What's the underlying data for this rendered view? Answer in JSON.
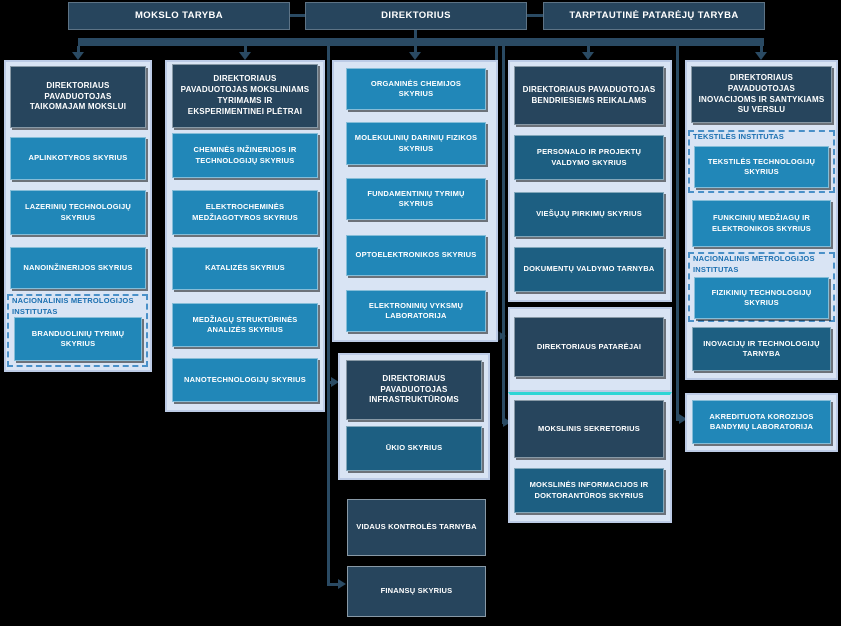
{
  "diagram_title": "Organizational structure chart (Lithuanian research centre)",
  "top_row": {
    "mokslo_taryba": "MOKSLO TARYBA",
    "direktorius": "DIREKTORIUS",
    "tarptautine": "TARPTAUTINĖ PATARĖJŲ TARYBA"
  },
  "col_applied": {
    "header": "DIREKTORIAUS PAVADUOTOJAS TAIKOMAJAM MOKSLUI",
    "items": [
      "APLINKOTYROS SKYRIUS",
      "LAZERINIŲ TECHNOLOGIJŲ SKYRIUS",
      "NANOINŽINERIJOS SKYRIUS"
    ],
    "group_label": "NACIONALINIS METROLOGIJOS INSTITUTAS",
    "group_item": "BRANDUOLINIŲ TYRIMŲ SKYRIUS"
  },
  "col_research": {
    "header": "DIREKTORIAUS PAVADUOTOJAS MOKSLINIAMS TYRIMAMS IR EKSPERIMENTINEI PLĖTRAI",
    "items": [
      "CHEMINĖS INŽINERIJOS IR TECHNOLOGIJŲ SKYRIUS",
      "ELEKTROCHEMINĖS MEDŽIAGOTYROS SKYRIUS",
      "KATALIZĖS SKYRIUS",
      "MEDŽIAGŲ STRUKTŪRINĖS ANALIZĖS SKYRIUS",
      "NANOTECHNOLOGIJŲ SKYRIUS"
    ]
  },
  "col_center": {
    "items": [
      "ORGANINĖS CHEMIJOS SKYRIUS",
      "MOLEKULINIŲ DARINIŲ FIZIKOS SKYRIUS",
      "FUNDAMENTINIŲ TYRIMŲ SKYRIUS",
      "OPTOELEKTRONIKOS SKYRIUS",
      "ELEKTRONINIŲ VYKSMŲ LABORATORIJA"
    ],
    "infra_header": "DIREKTORIAUS PAVADUOTOJAS INFRASTRUKTŪROMS",
    "infra_item": "ŪKIO SKYRIUS",
    "standalone": [
      "VIDAUS KONTROLĖS TARNYBA",
      "FINANSŲ SKYRIUS"
    ]
  },
  "col_general": {
    "header": "DIREKTORIAUS PAVADUOTOJAS BENDRIESIEMS REIKALAMS",
    "items": [
      "PERSONALO IR PROJEKTŲ VALDYMO SKYRIUS",
      "VIEŠŲJŲ PIRKIMŲ SKYRIUS",
      "DOKUMENTŲ VALDYMO TARNYBA"
    ],
    "advisors": "DIREKTORIAUS PATARĖJAI",
    "secretary": "MOKSLINIS SEKRETORIUS",
    "secretary_item": "MOKSLINĖS INFORMACIJOS IR DOKTORANTŪROS SKYRIUS"
  },
  "col_innovation": {
    "header": "DIREKTORIAUS PAVADUOTOJAS INOVACIJOMS IR SANTYKIAMS SU VERSLU",
    "textile_label": "TEKSTILĖS INSTITUTAS",
    "textile_item": "TEKSTILĖS TECHNOLOGIJŲ SKYRIUS",
    "functional_item": "FUNKCINIŲ MEDŽIAGŲ IR ELEKTRONIKOS SKYRIUS",
    "metrology_label": "NACIONALINIS METROLOGIJOS INSTITUTAS",
    "metrology_item": "FIZIKINIŲ TECHNOLOGIJŲ SKYRIUS",
    "innovation_item": "INOVACIJŲ IR TECHNOLOGIJŲ TARNYBA",
    "accredited_item": "AKREDITUOTA KOROZIJOS BANDYMŲ LABORATORIJA"
  },
  "colors": {
    "background": "#000000",
    "dark_box": "#27455d",
    "blue_box": "#2187b8",
    "teal_box": "#1d5f82",
    "panel_bg": "#d9e4f4",
    "panel_border": "#bccbe6",
    "connector_line": "#2a4a63",
    "dashed_border": "#4a90c8",
    "group_label_text": "#1b6fb0",
    "cyan_accent": "#2fd5d5"
  }
}
